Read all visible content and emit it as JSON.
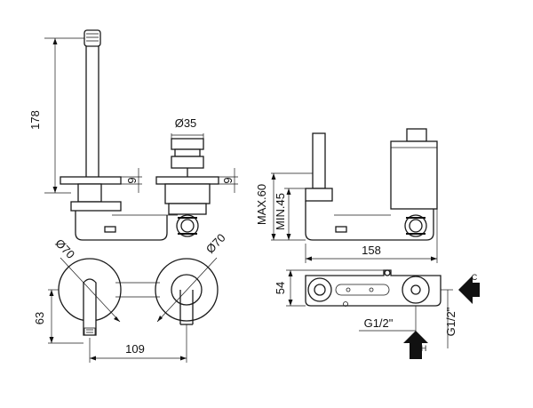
{
  "dimensions": {
    "spout_height": "178",
    "diameter_handle": "Ø35",
    "plate_thickness_left": "9",
    "plate_thickness_right": "9",
    "max_depth": "MAX.60",
    "min_depth": "MIN.45",
    "body_length": "158",
    "rosette_left": "Ø70",
    "rosette_right": "Ø70",
    "spout_offset": "63",
    "center_distance": "109",
    "body_height": "54",
    "thread_bottom": "G1/2\"",
    "thread_side": "G1/2\"",
    "inlet_cold": "C",
    "inlet_hot": "H"
  }
}
